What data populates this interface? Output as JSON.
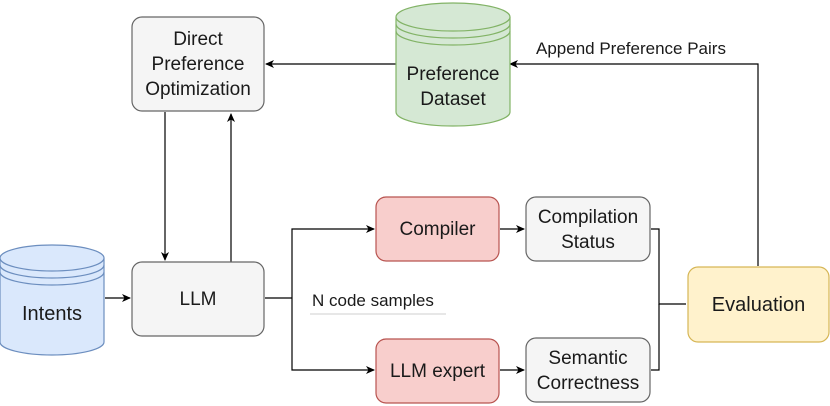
{
  "nodes": {
    "dpo": {
      "lines": [
        "Direct",
        "Preference",
        "Optimization"
      ]
    },
    "preference_dataset": {
      "lines": [
        "Preference",
        "Dataset"
      ]
    },
    "intents": {
      "label": "Intents"
    },
    "llm": {
      "label": "LLM"
    },
    "compiler": {
      "label": "Compiler"
    },
    "llm_expert": {
      "label": "LLM expert"
    },
    "compilation_status": {
      "lines": [
        "Compilation",
        "Status"
      ]
    },
    "semantic_correctness": {
      "lines": [
        "Semantic",
        "Correctness"
      ]
    },
    "evaluation": {
      "label": "Evaluation"
    }
  },
  "edge_labels": {
    "append_pairs": "Append Preference Pairs",
    "n_samples": "N code samples"
  },
  "colors": {
    "gray_fill": "#f5f5f5",
    "gray_stroke": "#666666",
    "red_fill": "#f8cecc",
    "red_stroke": "#b85450",
    "green_fill": "#d5e8d4",
    "green_stroke": "#82b366",
    "blue_fill": "#dae8fc",
    "blue_stroke": "#6c8ebf",
    "yellow_fill": "#fff2cc",
    "yellow_stroke": "#d6b656"
  }
}
